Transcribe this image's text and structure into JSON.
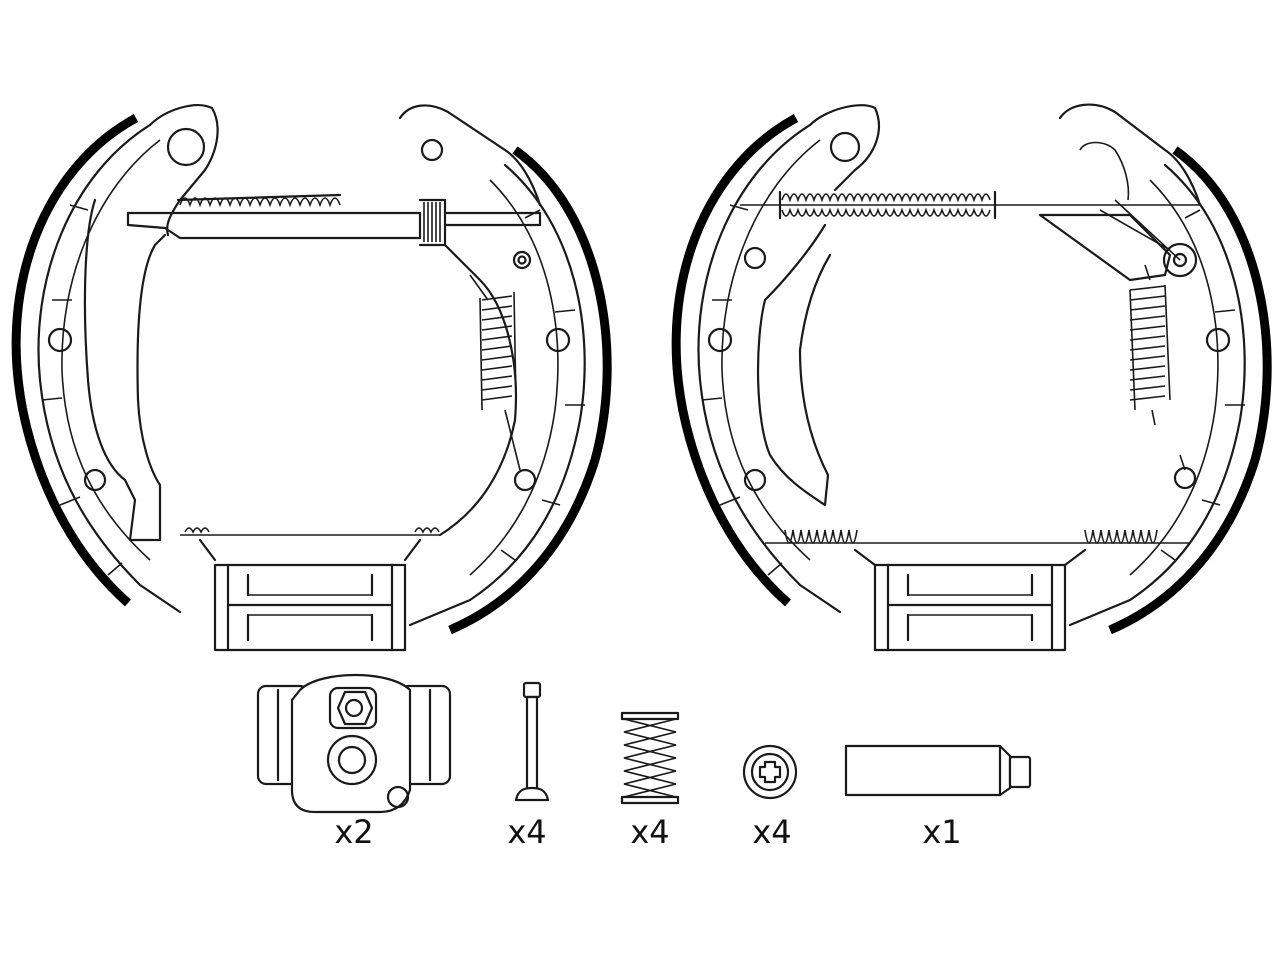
{
  "diagram": {
    "assemblies": [
      {
        "id": "brake-assembly-left",
        "parts": [
          "brake-shoe",
          "brake-shoe",
          "brake-lining",
          "adjuster-strut",
          "return-spring",
          "hold-down-spring",
          "parking-brake-lever"
        ]
      },
      {
        "id": "brake-assembly-right",
        "parts": [
          "brake-shoe",
          "brake-shoe",
          "brake-lining",
          "adjuster-strut",
          "return-spring",
          "return-spring",
          "parking-brake-lever"
        ]
      }
    ],
    "accessories": [
      {
        "part": "wheel-cylinder",
        "quantity_label": "x2"
      },
      {
        "part": "hold-down-pin",
        "quantity_label": "x4"
      },
      {
        "part": "hold-down-spring",
        "quantity_label": "x4"
      },
      {
        "part": "spring-cup-washer",
        "quantity_label": "x4"
      },
      {
        "part": "grease-tube",
        "quantity_label": "x1"
      }
    ]
  }
}
